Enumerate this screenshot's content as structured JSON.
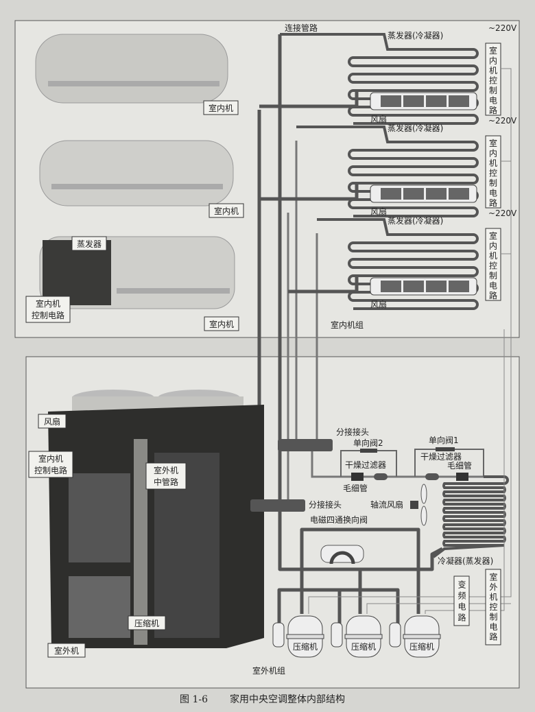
{
  "indoor_photos": {
    "unit_label": "室内机",
    "evaporator_label": "蒸发器",
    "control_circuit_label": [
      "室内机",
      "控制电路"
    ]
  },
  "indoor_schematic": {
    "connecting_pipe": "连接管路",
    "units": [
      {
        "coil_label": "蒸发器(冷凝器)",
        "voltage": "~220V",
        "control_box": "室内机控制电路",
        "fan_label": "风扇"
      },
      {
        "coil_label": "蒸发器(冷凝器)",
        "voltage": "~220V",
        "control_box": "室内机控制电路",
        "fan_label": "风扇"
      },
      {
        "coil_label": "蒸发器(冷凝器)",
        "voltage": "~220V",
        "control_box": "室内机控制电路",
        "fan_label": "风扇"
      }
    ],
    "group_label": "室内机组"
  },
  "outdoor_photo": {
    "fan": "风扇",
    "control_circuit": [
      "室内机",
      "控制电路"
    ],
    "middle_pipe": [
      "室外机",
      "中管路"
    ],
    "compressor": "压缩机",
    "outdoor_unit": "室外机"
  },
  "outdoor_schematic": {
    "manifold_upper": "分接接头",
    "manifold_lower": "分接接头",
    "check_valve_2": "单向阀2",
    "check_valve_1": "单向阀1",
    "dryer_filter_left": "干燥过滤器",
    "dryer_filter_right": "干燥过滤器",
    "capillary_left": "毛细管",
    "capillary_right": "毛细管",
    "axial_fan": "轴流风扇",
    "four_way_valve": "电磁四通换向阀",
    "condenser": "冷凝器(蒸发器)",
    "inverter_circuit": "变频电路",
    "outdoor_control": "室外机控制电路",
    "compressors": [
      "压缩机",
      "压缩机",
      "压缩机"
    ],
    "group_label": "室外机组"
  },
  "caption": {
    "number": "图 1-6",
    "title": "家用中央空调整体内部结构"
  }
}
